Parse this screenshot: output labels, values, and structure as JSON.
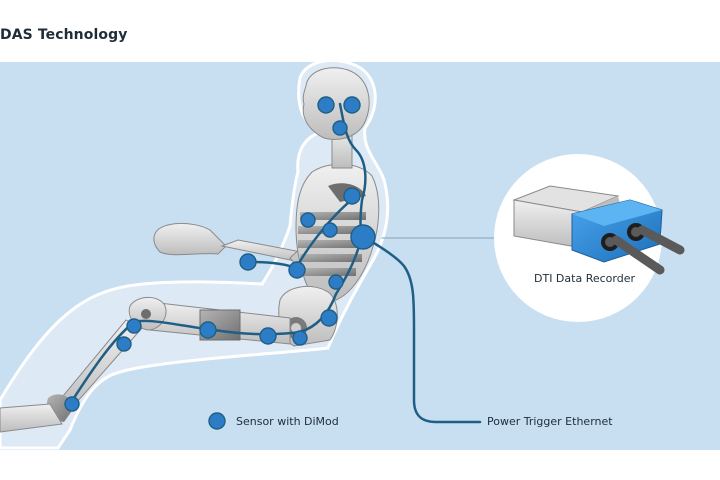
{
  "title": "DAS Technology",
  "legend": {
    "sensor_label": "Sensor with DiMod"
  },
  "recorder": {
    "label": "DTI Data Recorder"
  },
  "cable": {
    "label": "Power Trigger Ethernet"
  },
  "colors": {
    "background_panel": "#c8def1",
    "sensor_fill": "#2d7dc6",
    "cable": "#1f5f86",
    "recorder_blue": "#2d8ad6",
    "dummy_light": "#dcdcdc",
    "dummy_dark": "#8a8a8a"
  },
  "icons": {
    "sensor": "sensor-dot-icon",
    "recorder": "data-recorder-icon"
  }
}
